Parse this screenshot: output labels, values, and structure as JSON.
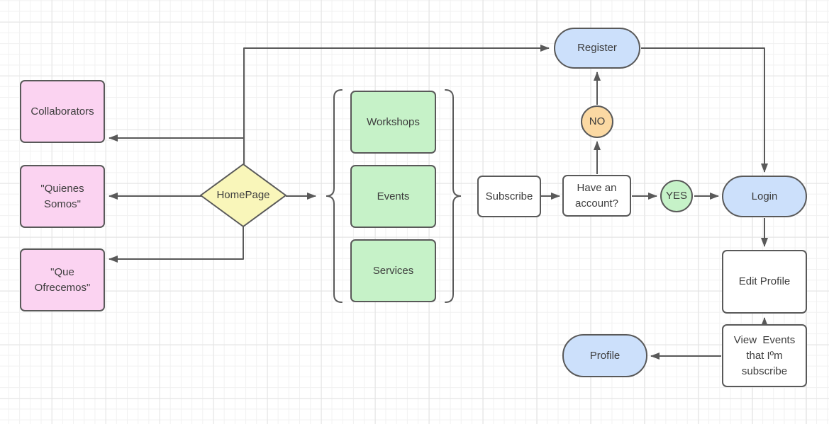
{
  "diagram": {
    "type": "flowchart",
    "nodes": {
      "collaborators": {
        "label": "Collaborators",
        "shape": "rectangle",
        "fill": "#fbd3f1"
      },
      "quienes_somos": {
        "label": "\"Quienes\nSomos\"",
        "shape": "rectangle",
        "fill": "#fbd3f1"
      },
      "que_ofrecemos": {
        "label": "\"Que\nOfrecemos\"",
        "shape": "rectangle",
        "fill": "#fbd3f1"
      },
      "homepage": {
        "label": "HomePage",
        "shape": "diamond",
        "fill": "#f9f6ba"
      },
      "workshops": {
        "label": "Workshops",
        "shape": "rectangle",
        "fill": "#c6f2c8"
      },
      "events": {
        "label": "Events",
        "shape": "rectangle",
        "fill": "#c6f2c8"
      },
      "services": {
        "label": "Services",
        "shape": "rectangle",
        "fill": "#c6f2c8"
      },
      "subscribe": {
        "label": "Subscribe",
        "shape": "rectangle",
        "fill": "#ffffff"
      },
      "have_account": {
        "label": "Have an\naccount?",
        "shape": "rectangle",
        "fill": "#ffffff"
      },
      "no": {
        "label": "NO",
        "shape": "circle",
        "fill": "#fbd9a3"
      },
      "yes": {
        "label": "YES",
        "shape": "circle",
        "fill": "#c6f2c8"
      },
      "register": {
        "label": "Register",
        "shape": "stadium",
        "fill": "#cce0fb"
      },
      "login": {
        "label": "Login",
        "shape": "stadium",
        "fill": "#cce0fb"
      },
      "edit_profile": {
        "label": "Edit Profile",
        "shape": "rectangle",
        "fill": "#ffffff"
      },
      "view_events": {
        "label": "View  Events\nthat Iºm\nsubscribe",
        "shape": "rectangle",
        "fill": "#ffffff"
      },
      "profile": {
        "label": "Profile",
        "shape": "stadium",
        "fill": "#cce0fb"
      }
    },
    "edges": [
      {
        "from": "homepage",
        "to": "register"
      },
      {
        "from": "homepage",
        "to": "collaborators"
      },
      {
        "from": "homepage",
        "to": "quienes_somos"
      },
      {
        "from": "homepage",
        "to": "que_ofrecemos"
      },
      {
        "from": "homepage",
        "to": "pages_group_brace"
      },
      {
        "from": "subscribe",
        "to": "have_account"
      },
      {
        "from": "have_account",
        "to": "no"
      },
      {
        "from": "no",
        "to": "register"
      },
      {
        "from": "have_account",
        "to": "yes"
      },
      {
        "from": "yes",
        "to": "login"
      },
      {
        "from": "register",
        "to": "login"
      },
      {
        "from": "login",
        "to": "edit_profile"
      },
      {
        "from": "view_events",
        "to": "edit_profile"
      },
      {
        "from": "view_events",
        "to": "profile"
      }
    ],
    "colors": {
      "pink": "#fbd3f1",
      "green": "#c6f2c8",
      "yellow": "#f9f6ba",
      "blue": "#cce0fb",
      "orange": "#fbd9a3",
      "white": "#ffffff",
      "stroke": "#595959",
      "text": "#3d3d3d",
      "grid_minor": "#f1f1f1",
      "grid_major": "#e3e3e3"
    }
  }
}
